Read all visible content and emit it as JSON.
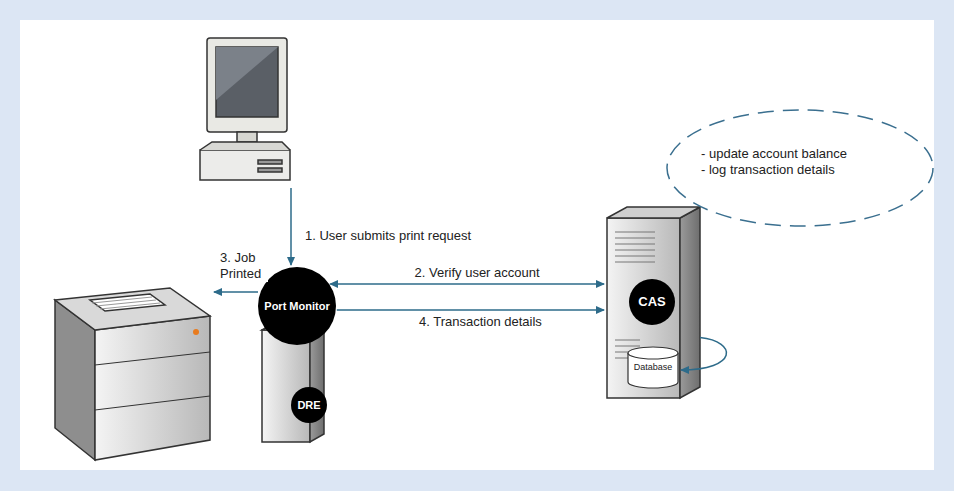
{
  "diagram": {
    "nodes": [
      {
        "text": [
          "Port Monitor"
        ]
      },
      {
        "text": [
          "DRE"
        ]
      },
      {
        "text": [
          "- update account balance",
          "- log transaction details"
        ]
      },
      {
        "text": [
          "CAS"
        ]
      },
      {
        "text": [
          "Database"
        ]
      }
    ],
    "edges": [
      {
        "from": 0,
        "to": 3,
        "label": "2. Verify user account",
        "arrow": "both"
      },
      {
        "from": 0,
        "to": 3,
        "label": "4. Transaction details",
        "arrow": "to"
      },
      {
        "from": 3,
        "to": 4,
        "arrow": "to"
      }
    ],
    "labels": [
      "1. User submits print request",
      "3. Job Printed"
    ]
  }
}
